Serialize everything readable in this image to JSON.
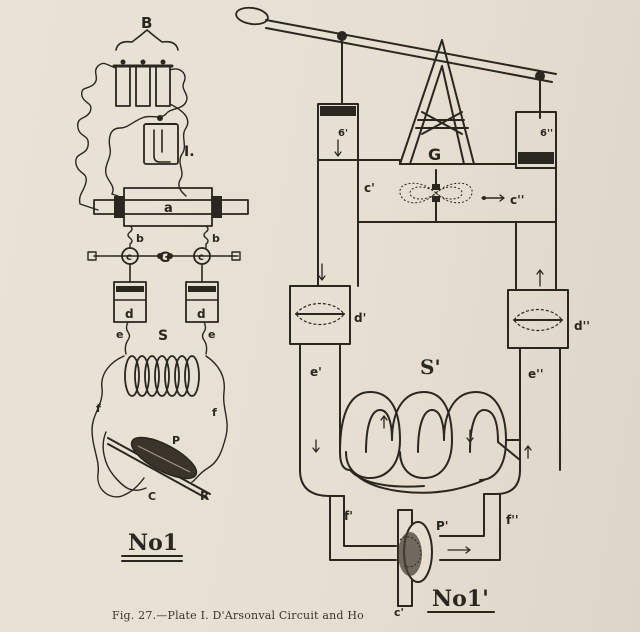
{
  "figure1": {
    "title": "No1",
    "labels": {
      "B": "B",
      "I": "I.",
      "a": "a",
      "b1": "b",
      "b2": "b",
      "c1": "c",
      "G": "G",
      "c2": "c",
      "d1": "d",
      "d2": "d",
      "S": "S",
      "e1": "e",
      "e2": "e",
      "f1": "f",
      "f2": "f",
      "P": "P",
      "R": "R",
      "c3": "C"
    }
  },
  "figure2": {
    "title": "No1'",
    "labels": {
      "b1": "6'",
      "b2": "6''",
      "G": "G",
      "c1": "c'",
      "c2": "c''",
      "d1": "d'",
      "d2": "d''",
      "S": "S'",
      "e1": "e'",
      "e2": "e''",
      "f1": "f'",
      "f2": "f''",
      "P": "P'",
      "c3": "c'"
    }
  },
  "caption": "Fig. 27.—Plate I.   D'Arsonval Circuit and Ho"
}
